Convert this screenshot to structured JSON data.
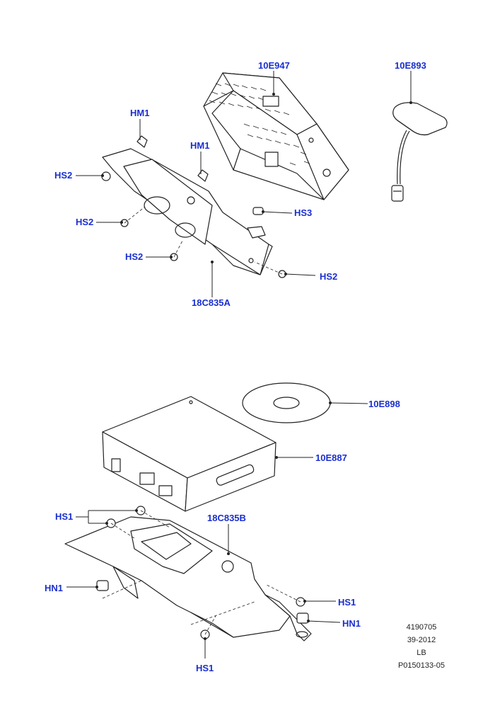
{
  "callouts": {
    "radio_module": "10E947",
    "antenna": "10E893",
    "hm1_left": "HM1",
    "hm1_right": "HM1",
    "hs2_top_left": "HS2",
    "hs2_mid_left": "HS2",
    "hs2_lower_left": "HS2",
    "hs2_right": "HS2",
    "hs3": "HS3",
    "bracket_a": "18C835A",
    "disc": "10E898",
    "cd_unit": "10E887",
    "bracket_b": "18C835B",
    "hs1_top": "HS1",
    "hs1_right": "HS1",
    "hs1_bottom": "HS1",
    "hn1_left": "HN1",
    "hn1_right": "HN1"
  },
  "reference": {
    "line1": "4190705",
    "line2": "39-2012",
    "line3": "LB",
    "line4": "P0150133-05"
  },
  "colors": {
    "callout_text": "#1a2fd0",
    "line_art": "#222222"
  }
}
